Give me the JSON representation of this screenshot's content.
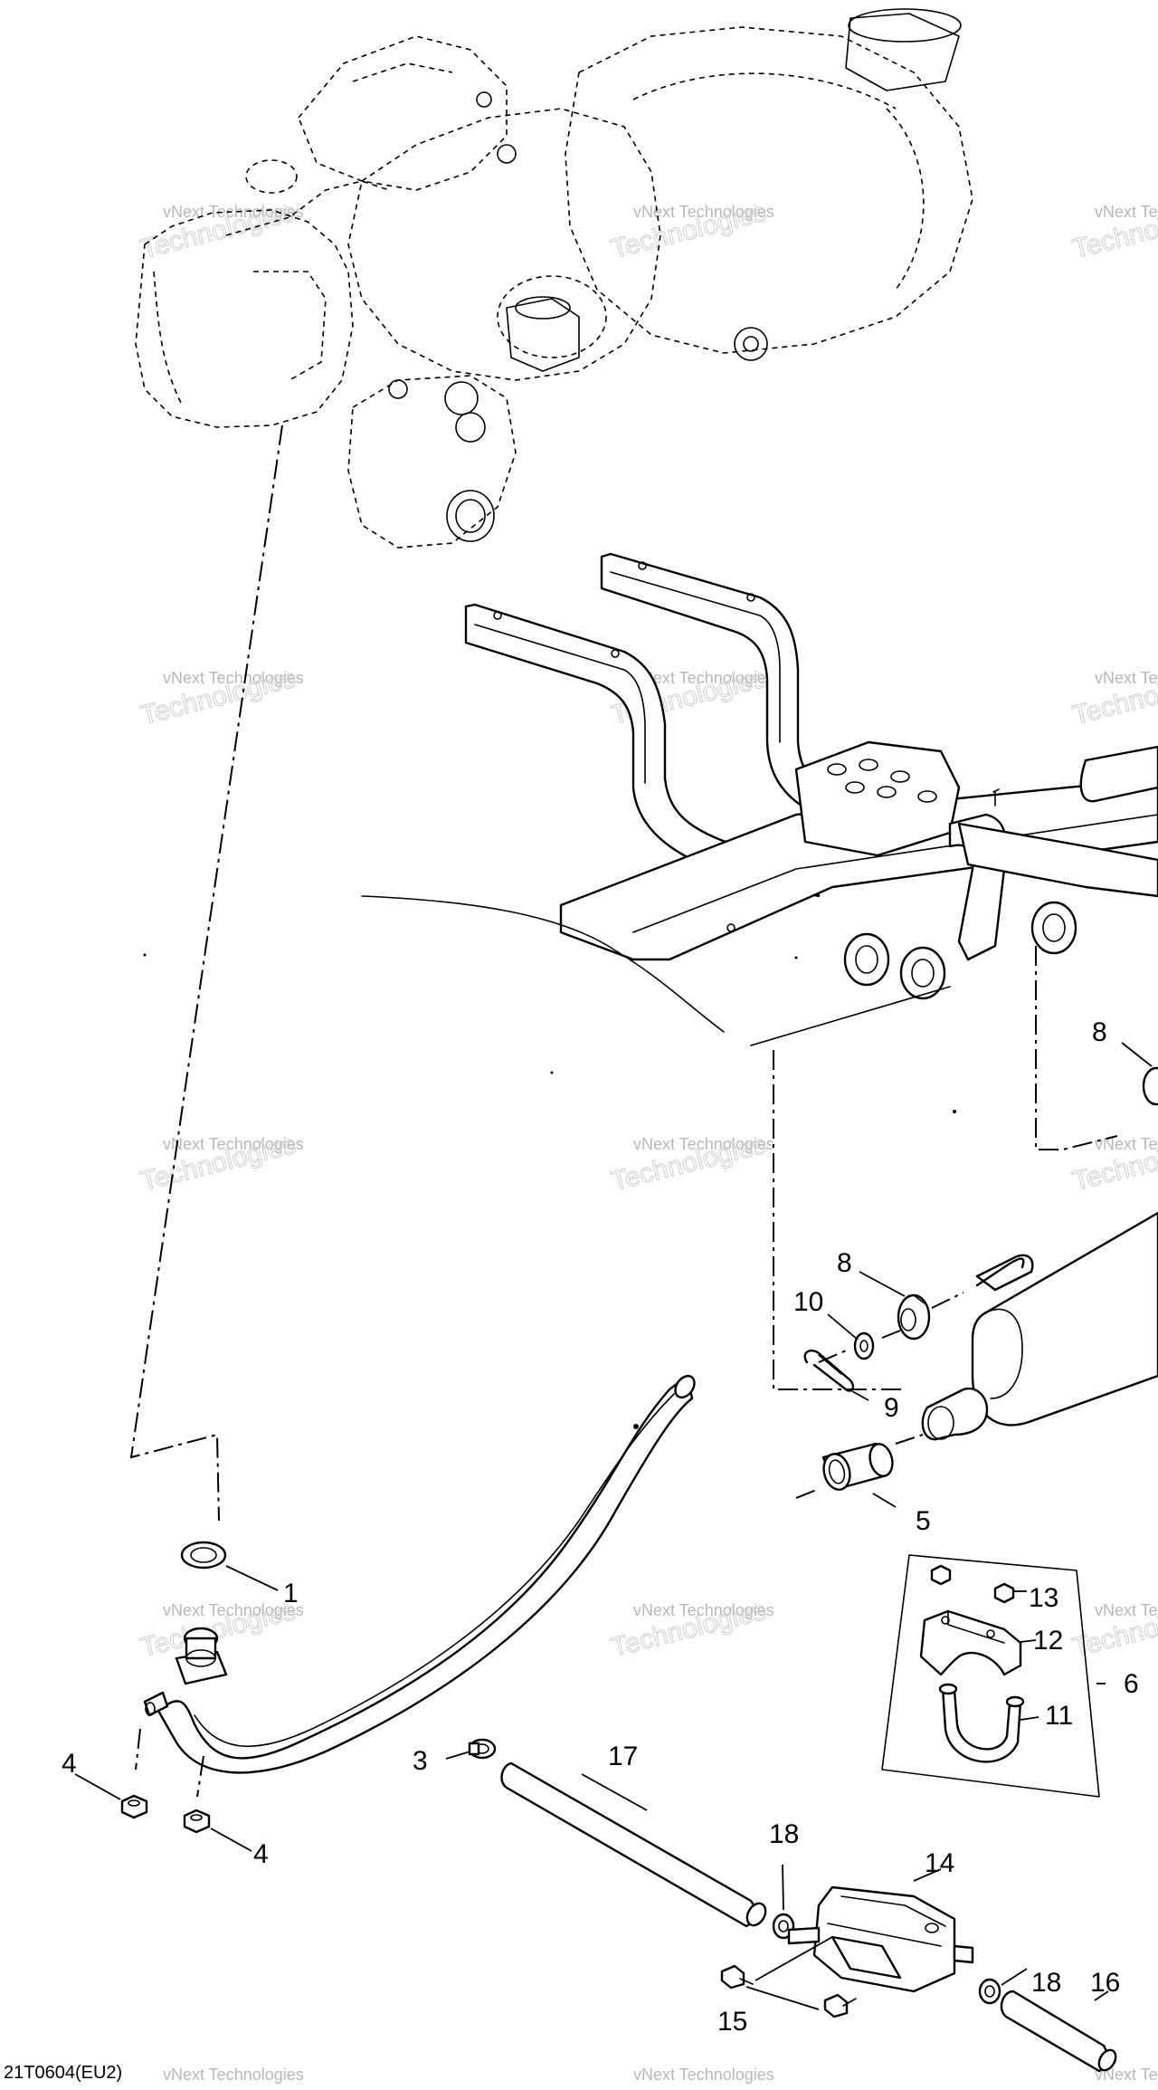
{
  "diagram": {
    "drawing_code": "21T0604(EU2)",
    "watermark_lines": [
      "vNext Technologies",
      "Technologies"
    ],
    "callouts": [
      {
        "id": "c1",
        "label": "1"
      },
      {
        "id": "c3",
        "label": "3"
      },
      {
        "id": "c4a",
        "label": "4"
      },
      {
        "id": "c4b",
        "label": "4"
      },
      {
        "id": "c5",
        "label": "5"
      },
      {
        "id": "c6",
        "label": "6"
      },
      {
        "id": "c8a",
        "label": "8"
      },
      {
        "id": "c8b",
        "label": "8"
      },
      {
        "id": "c9",
        "label": "9"
      },
      {
        "id": "c10",
        "label": "10"
      },
      {
        "id": "c11",
        "label": "11"
      },
      {
        "id": "c12",
        "label": "12"
      },
      {
        "id": "c13",
        "label": "13"
      },
      {
        "id": "c14",
        "label": "14"
      },
      {
        "id": "c15",
        "label": "15"
      },
      {
        "id": "c16",
        "label": "16"
      },
      {
        "id": "c17",
        "label": "17"
      },
      {
        "id": "c18a",
        "label": "18"
      },
      {
        "id": "c18b",
        "label": "18"
      }
    ]
  }
}
